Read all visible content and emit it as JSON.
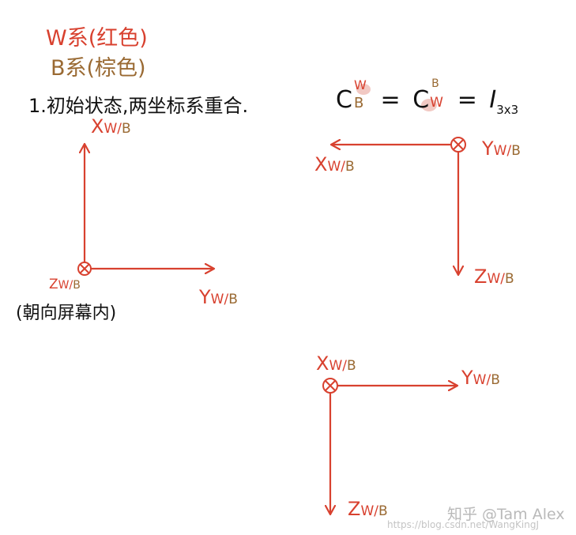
{
  "legend": {
    "w_frame": "W系(红色)",
    "b_frame": "B系(棕色)"
  },
  "statement": {
    "text": "1.初始状态,两坐标系重合.",
    "equation": {
      "c1": "C",
      "c1_sup": "W",
      "c1_sub": "B",
      "eq1": "=",
      "c2": "C",
      "c2_sup": "B",
      "c2_sub": "W",
      "eq2": "=",
      "identity": "I",
      "identity_sub": "3x3"
    }
  },
  "frame_left": {
    "x_axis": "X",
    "y_axis": "Y",
    "z_axis": "Z",
    "subscript_w": "W",
    "subscript_sep": "/",
    "subscript_b": "B",
    "note": "(朝向屏幕内)"
  },
  "frame_top_right": {
    "x_axis": "X",
    "y_axis": "Y",
    "z_axis": "Z",
    "subscript_w": "W",
    "subscript_sep": "/",
    "subscript_b": "B"
  },
  "frame_bottom_right": {
    "x_axis": "X",
    "y_axis": "Y",
    "z_axis": "Z",
    "subscript_w": "W",
    "subscript_sep": "/",
    "subscript_b": "B"
  },
  "watermark": {
    "zhihu": "知乎 @Tam Alex",
    "url": "https://blog.csdn.net/WangKingJ"
  },
  "colors": {
    "red": "#d8412f",
    "brown": "#9a6a33",
    "black": "#111111",
    "highlight": "#f2c9c3"
  }
}
